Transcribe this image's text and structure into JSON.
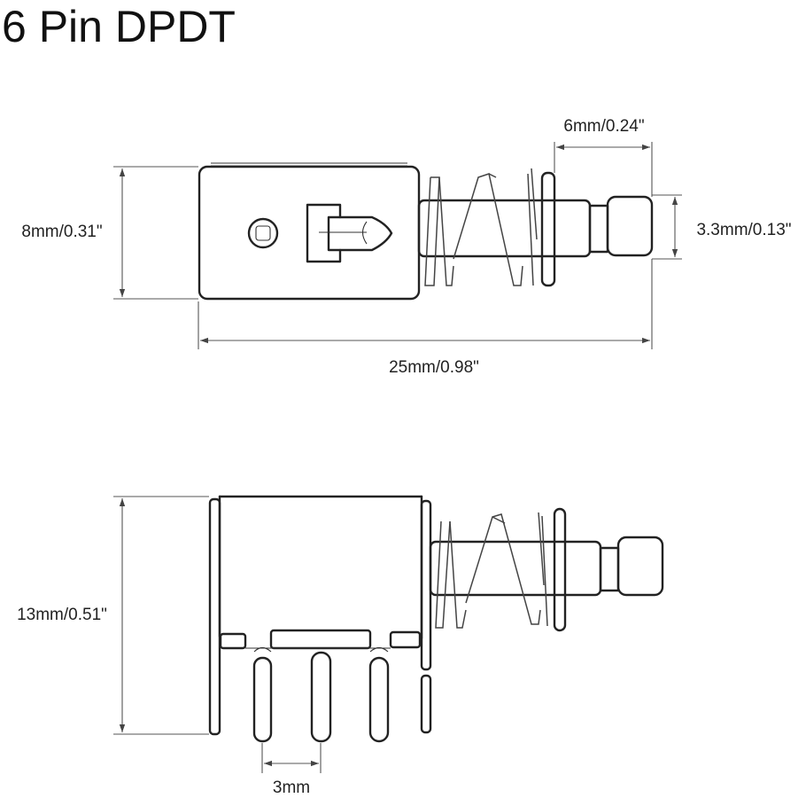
{
  "title": "6 Pin DPDT",
  "dimensions": {
    "plunger_length": "6mm/0.24\"",
    "body_height_top": "8mm/0.31\"",
    "plunger_diameter": "3.3mm/0.13\"",
    "total_length": "25mm/0.98\"",
    "body_height_side": "13mm/0.51\"",
    "pin_pitch": "3mm"
  }
}
